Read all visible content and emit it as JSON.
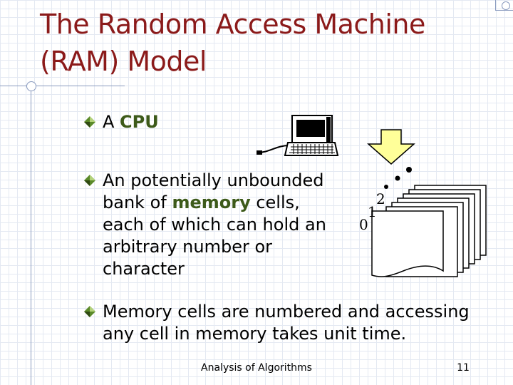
{
  "slide": {
    "title_line1": "The Random Access Machine",
    "title_line2": "(RAM) Model"
  },
  "bullets": {
    "cpu": {
      "prefix": "A ",
      "bold": "CPU"
    },
    "memory": {
      "part1": "An potentially unbounded bank of ",
      "bold": "memory",
      "part2": " cells, each of which can hold an arbitrary number or character"
    },
    "access": {
      "text": "Memory cells are numbered and accessing any cell in memory takes unit time."
    }
  },
  "memory_labels": {
    "cell0": "0",
    "cell1": "1",
    "cell2": "2"
  },
  "footer": {
    "center": "Analysis of Algorithms",
    "page": "11"
  },
  "colors": {
    "title": "#8b1a1a",
    "emphasis": "#3d5a1a",
    "arrow_fill": "#ffff99",
    "bullet_diamond": "#5b8a2a",
    "grid": "#e4e9f2"
  },
  "icons": {
    "bullet": "diamond-bullet-icon",
    "cpu": "computer-icon",
    "arrow": "down-arrow-icon",
    "memory": "memory-stack-icon"
  }
}
